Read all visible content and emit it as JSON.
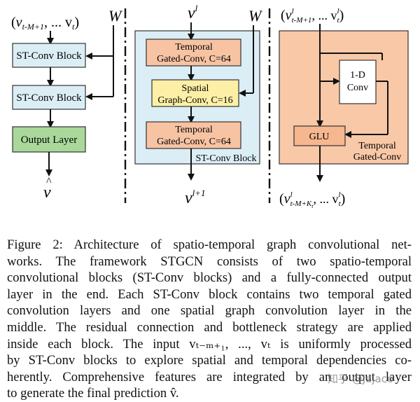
{
  "figure": {
    "left_panel": {
      "input_label_prefix": "(v",
      "input_sub_1": "t-M+1",
      "input_mid": ", ... v",
      "input_sub_2": "t",
      "input_suffix": ")",
      "w_label": "W",
      "blocks": [
        "ST-Conv Block",
        "ST-Conv Block"
      ],
      "output_layer": "Output Layer",
      "output_symbol": "v"
    },
    "middle_panel": {
      "input_label": "v",
      "input_sup": "l",
      "w_label": "W",
      "temporal_top_1": "Temporal",
      "temporal_top_2": "Gated-Conv, C=64",
      "spatial_1": "Spatial",
      "spatial_2": "Graph-Conv, C=16",
      "temporal_bottom_1": "Temporal",
      "temporal_bottom_2": "Gated-Conv, C=64",
      "block_label": "ST-Conv Block",
      "output_label": "v",
      "output_sup": "l+1"
    },
    "right_panel": {
      "input_prefix": "(v",
      "input_sup_1": "l",
      "input_sub_1": "t-M+1",
      "input_mid": ", ... v",
      "input_sup_2": "l",
      "input_sub_2": "t",
      "input_suffix": ")",
      "conv_1": "1-D",
      "conv_2": "Conv",
      "glu": "GLU",
      "temporal_1": "Temporal",
      "temporal_2": "Gated-Conv",
      "output_prefix": "(v",
      "output_sup_1": "l",
      "output_sub_1": "t-M+K",
      "output_subsub": "t",
      "output_mid": ", ... v",
      "output_sup_2": "l",
      "output_sub_2": "t",
      "output_suffix": ")"
    },
    "colors": {
      "st_block_fill": "#dbeef6",
      "output_layer_fill": "#a9d89a",
      "temporal_fill": "#f7c3a3",
      "spatial_fill": "#fdf0a6",
      "right_panel_fill": "#f9c8a7",
      "glu_fill": "#f6b690",
      "block_stroke": "#333333"
    }
  },
  "caption": {
    "lines": [
      "Figure 2: Architecture of spatio-temporal graph convolutional net-",
      "works. The framework STGCN consists of two spatio-temporal",
      "convolutional blocks (ST-Conv blocks) and a fully-connected output",
      "layer in the end. Each ST-Conv block contains two temporal gated",
      "convolution layers and one spatial graph convolution layer in the",
      "middle. The residual connection and bottleneck strategy are applied",
      "inside each block. The input vₜ₋ₘ₊₁, ..., vₜ is uniformly processed",
      "by ST-Conv blocks to explore spatial and temporal dependencies co-",
      "herently. Comprehensive features are integrated by an output layer",
      "to generate the final prediction v̂."
    ]
  },
  "watermark": "知乎 @Jajaco"
}
